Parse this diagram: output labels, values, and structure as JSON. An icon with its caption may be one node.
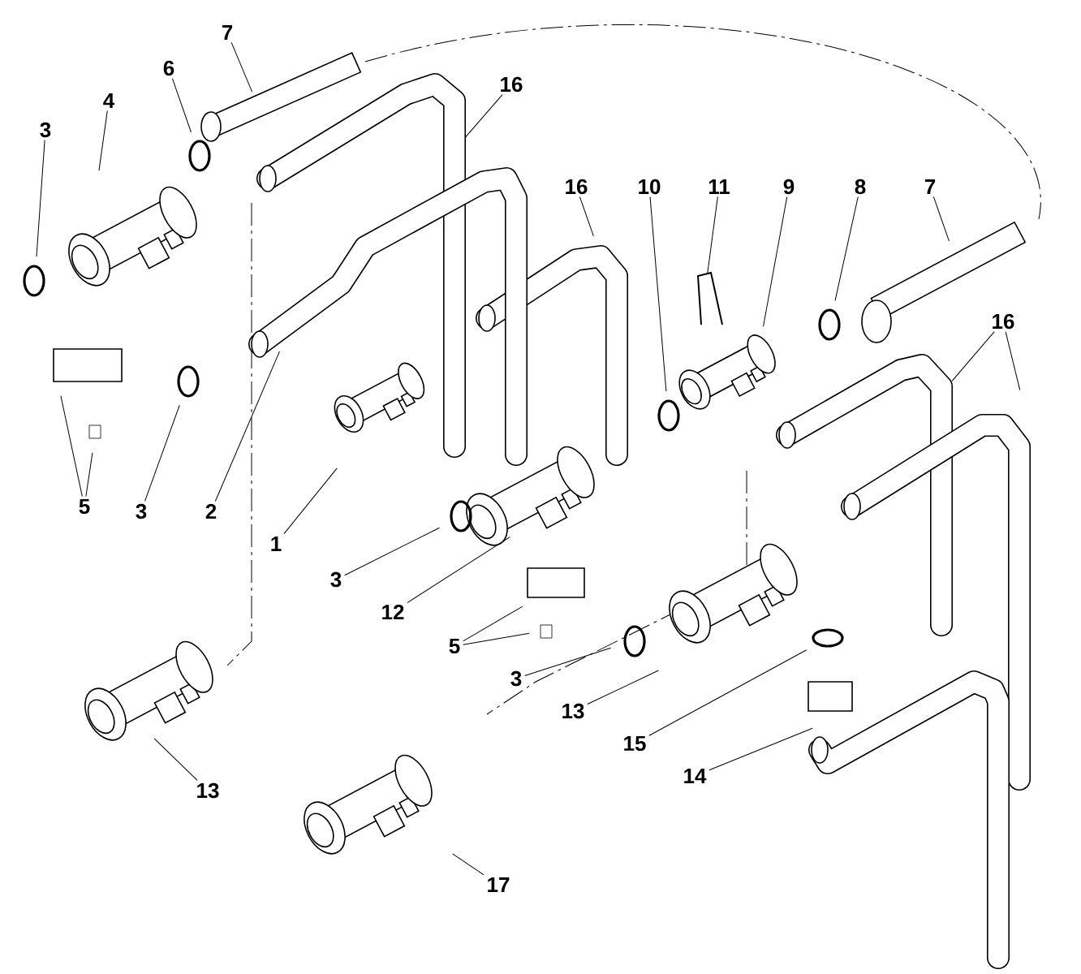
{
  "diagram": {
    "nodes": [
      {
        "text": [
          "7"
        ]
      },
      {
        "text": [
          "6"
        ]
      },
      {
        "text": [
          "4"
        ]
      },
      {
        "text": [
          "3"
        ]
      },
      {
        "text": [
          "16"
        ]
      },
      {
        "text": [
          "16"
        ]
      },
      {
        "text": [
          "10"
        ]
      },
      {
        "text": [
          "11"
        ]
      },
      {
        "text": [
          "9"
        ]
      },
      {
        "text": [
          "8"
        ]
      },
      {
        "text": [
          "7"
        ]
      },
      {
        "text": [
          "16"
        ]
      },
      {
        "text": [
          "5"
        ]
      },
      {
        "text": [
          "3"
        ]
      },
      {
        "text": [
          "2"
        ]
      },
      {
        "text": [
          "1"
        ]
      },
      {
        "text": [
          "3"
        ]
      },
      {
        "text": [
          "12"
        ]
      },
      {
        "text": [
          "5"
        ]
      },
      {
        "text": [
          "3"
        ]
      },
      {
        "text": [
          "13"
        ]
      },
      {
        "text": [
          "15"
        ]
      },
      {
        "text": [
          "14"
        ]
      },
      {
        "text": [
          "13"
        ]
      },
      {
        "text": [
          "17"
        ]
      }
    ],
    "edges": [
      {
        "from": 0,
        "to": null,
        "arrow": "none"
      },
      {
        "from": 1,
        "to": null,
        "arrow": "none"
      },
      {
        "from": 2,
        "to": null,
        "arrow": "none"
      },
      {
        "from": 3,
        "to": null,
        "arrow": "none"
      },
      {
        "from": 4,
        "to": null,
        "arrow": "none"
      },
      {
        "from": 5,
        "to": null,
        "arrow": "none"
      },
      {
        "from": 6,
        "to": null,
        "arrow": "none"
      },
      {
        "from": 7,
        "to": null,
        "arrow": "none"
      },
      {
        "from": 8,
        "to": null,
        "arrow": "none"
      },
      {
        "from": 9,
        "to": null,
        "arrow": "none"
      },
      {
        "from": 10,
        "to": null,
        "arrow": "none"
      },
      {
        "from": 11,
        "to": null,
        "arrow": "none"
      },
      {
        "from": 11,
        "to": null,
        "arrow": "none"
      },
      {
        "from": 12,
        "to": null,
        "arrow": "none"
      },
      {
        "from": 12,
        "to": null,
        "arrow": "none"
      },
      {
        "from": 13,
        "to": null,
        "arrow": "none"
      },
      {
        "from": 14,
        "to": null,
        "arrow": "none"
      },
      {
        "from": 15,
        "to": null,
        "arrow": "none"
      },
      {
        "from": 16,
        "to": null,
        "arrow": "none"
      },
      {
        "from": 17,
        "to": null,
        "arrow": "none"
      },
      {
        "from": 18,
        "to": null,
        "arrow": "none"
      },
      {
        "from": 18,
        "to": null,
        "arrow": "none"
      },
      {
        "from": 19,
        "to": null,
        "arrow": "none"
      },
      {
        "from": 20,
        "to": null,
        "arrow": "none"
      },
      {
        "from": 21,
        "to": null,
        "arrow": "none"
      },
      {
        "from": 22,
        "to": null,
        "arrow": "none"
      },
      {
        "from": 23,
        "to": null,
        "arrow": "none"
      },
      {
        "from": 24,
        "to": null,
        "arrow": "none"
      }
    ]
  }
}
